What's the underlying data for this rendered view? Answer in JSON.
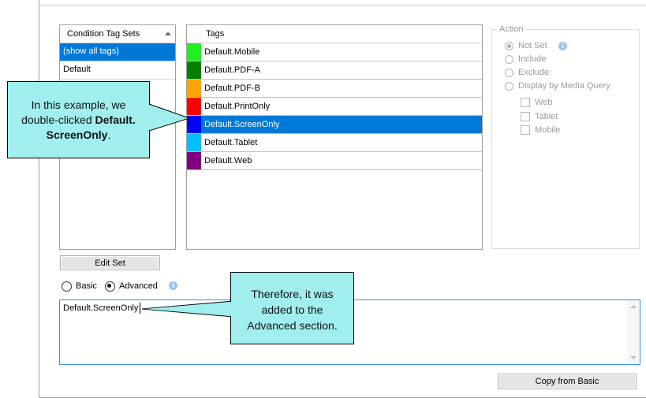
{
  "condition_tag_sets": {
    "header": "Condition Tag Sets",
    "items": [
      {
        "label": "(show all tags)",
        "selected": true
      },
      {
        "label": "Default",
        "selected": false
      }
    ]
  },
  "tags": {
    "header": "Tags",
    "items": [
      {
        "label": "Default.Mobile",
        "color": "#22ee22"
      },
      {
        "label": "Default.PDF-A",
        "color": "#008000"
      },
      {
        "label": "Default.PDF-B",
        "color": "#ffa500"
      },
      {
        "label": "Default.PrintOnly",
        "color": "#ff0000"
      },
      {
        "label": "Default.ScreenOnly",
        "color": "#0000ff",
        "selected": true
      },
      {
        "label": "Default.Tablet",
        "color": "#00bfff"
      },
      {
        "label": "Default.Web",
        "color": "#800080"
      }
    ]
  },
  "action": {
    "legend": "Action",
    "options": [
      "Not Set",
      "Include",
      "Exclude",
      "Display by Media Query"
    ],
    "selected": "Not Set",
    "media": [
      "Web",
      "Tablet",
      "Mobile"
    ]
  },
  "edit_set_label": "Edit Set",
  "mode": {
    "basic_label": "Basic",
    "advanced_label": "Advanced",
    "selected": "Advanced"
  },
  "expression_text": "Default.ScreenOnly",
  "copy_from_basic_label": "Copy from Basic",
  "callout1": {
    "line1": "In this example, we",
    "line2_pre": "double-clicked ",
    "line2_bold": "Default.",
    "line3_bold": "ScreenOnly",
    "line3_post": "."
  },
  "callout2": {
    "line1": "Therefore, it was",
    "line2": "added to the",
    "line3": "Advanced section."
  },
  "colors": {
    "selection": "#0078d7",
    "callout": "#a0eeee"
  }
}
